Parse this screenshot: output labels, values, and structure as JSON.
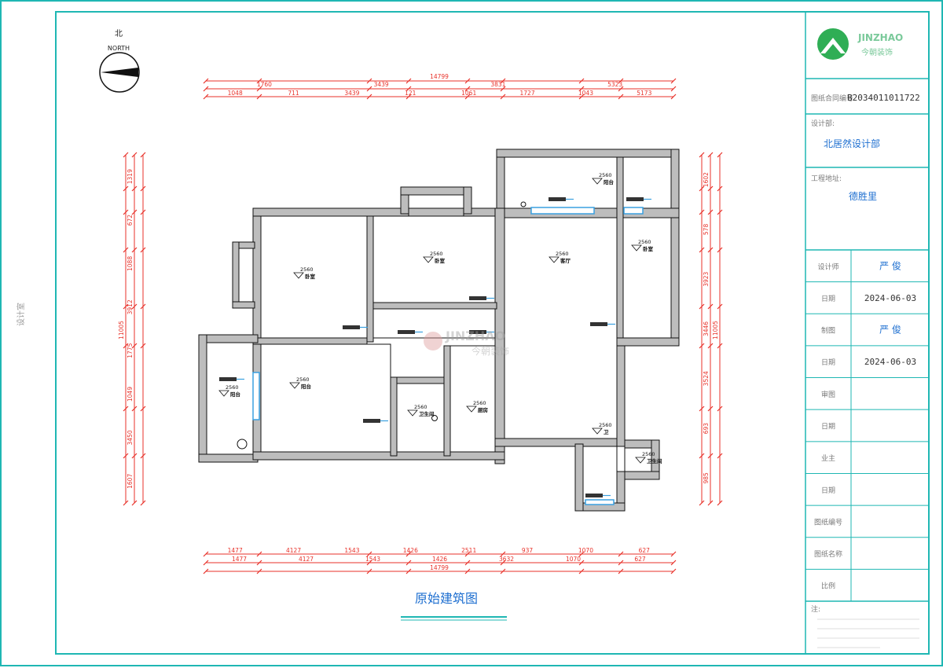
{
  "sheet": {
    "title": "原始建筑图",
    "north_cn": "北",
    "north_en": "NORTH",
    "side_label": "设计室"
  },
  "brand": {
    "logo_text": "JINZHAO",
    "logo_sub": "今朝装饰",
    "watermark_main": "JINZHAO",
    "watermark_sub": "今朝装饰"
  },
  "title_block": {
    "project_no_label": "图纸合同编号",
    "project_no": "B2034011011722",
    "designer_dept_label": "设计部:",
    "designer_dept": "北居然设计部",
    "address_label": "工程地址:",
    "address": "德胜里",
    "rows": [
      {
        "label": "设计师",
        "value": "严 俊"
      },
      {
        "label": "日期",
        "value": "2024-06-03"
      },
      {
        "label": "制图",
        "value": "严 俊"
      },
      {
        "label": "日期",
        "value": "2024-06-03"
      },
      {
        "label": "审图",
        "value": ""
      },
      {
        "label": "日期",
        "value": ""
      },
      {
        "label": "业主",
        "value": ""
      },
      {
        "label": "日期",
        "value": ""
      },
      {
        "label": "图纸编号",
        "value": ""
      },
      {
        "label": "图纸名称",
        "value": ""
      },
      {
        "label": "比例",
        "value": ""
      }
    ],
    "notes_label": "注:"
  },
  "dimensions": {
    "top_total": "14799",
    "top_row1": [
      "1760",
      "3439",
      "3831",
      "5323"
    ],
    "top_row2": [
      "1048",
      "711",
      "3439",
      "121",
      "1061",
      "1727",
      "1043",
      "5173"
    ],
    "bottom_row1": [
      "1477",
      "4127",
      "1543",
      "1426",
      "2511",
      "937",
      "1070",
      "627"
    ],
    "bottom_row2": [
      "1477",
      "4127",
      "1543",
      "1426",
      "3632",
      "1070",
      "627"
    ],
    "bottom_total": "14799",
    "left_total": "11005",
    "left_segments": [
      "1319",
      "672",
      "1088",
      "3912",
      "1775",
      "1049",
      "3450",
      "1607"
    ],
    "right_total": "11005",
    "right_segments": [
      "1602",
      "578",
      "3923",
      "3446",
      "3524",
      "693",
      "985"
    ]
  },
  "rooms": {
    "elevation": "2560",
    "labels": [
      "卧室",
      "卧室",
      "客厅",
      "卧室",
      "阳台",
      "卫生间",
      "厨房",
      "阳台",
      "阳台",
      "卫生间",
      "卫"
    ]
  },
  "colors": {
    "frame": "#1fb7b3",
    "dimension": "#e8322a",
    "wall": "#bdbdbd",
    "wall_line": "#111111",
    "window": "#3aa0e0",
    "logo_green": "#2fae55"
  }
}
